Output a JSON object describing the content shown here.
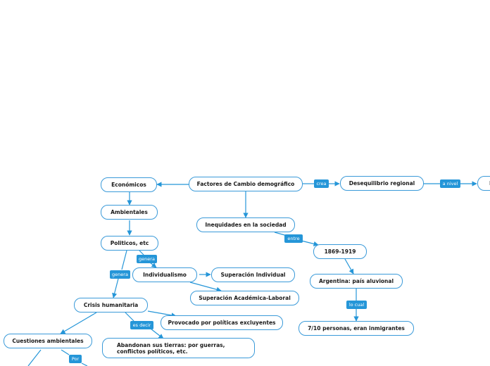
{
  "colors": {
    "line": "#2596d8",
    "border": "#3a9ad9",
    "tag_bg": "#2596d8",
    "text": "#1a1a1a"
  },
  "nodes": {
    "factores": "Factores de Cambio demográfico",
    "economicos": "Económicos",
    "ambientales": "Ambientales",
    "politicos": "Politicos, etc",
    "desequilibrio": "Desequilibrio regional",
    "nivel_partial": "N",
    "inequidades": "Inequidades en la sociedad",
    "anio": "1869-1919",
    "argentina": "Argentina: país aluvional",
    "inmigrantes": "7/10 personas, eran inmigrantes",
    "individualismo": "Individualismo",
    "superacion_individual": "Superación Individual",
    "superacion_academica": "Superación Académica-Laboral",
    "crisis": "Crisis humanitaria",
    "provocado": "Provocado por políticas excluyentes",
    "abandonan": "Abandonan sus tierras: por guerras, conflictos políticos, etc.",
    "cuestiones": "Cuestiones ambientales"
  },
  "links": {
    "crea": "crea",
    "a_nivel": "a nivel",
    "entre": "entre",
    "lo_cual": "lo cual",
    "genera_1": "genera",
    "genera_2": "genera",
    "es_decir": "es decir",
    "por": "Por"
  }
}
